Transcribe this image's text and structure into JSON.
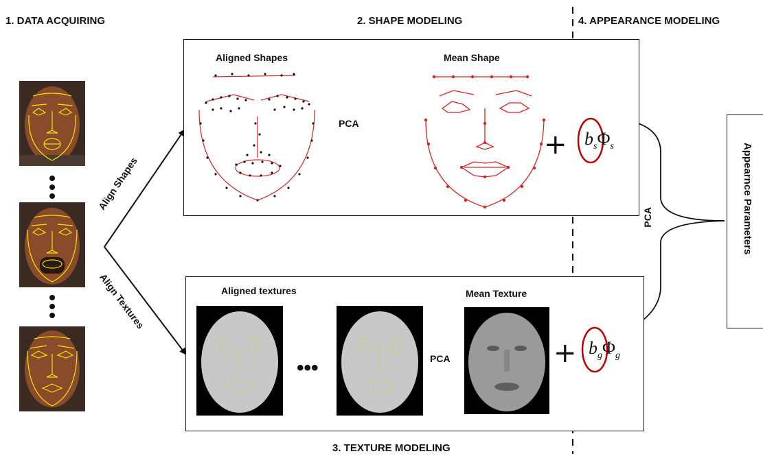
{
  "headings": {
    "data_acquiring": "1. DATA ACQUIRING",
    "shape_modeling": "2. SHAPE MODELING",
    "texture_modeling": "3. TEXTURE MODELING",
    "appearance_modeling": "4. APPEARANCE MODELING"
  },
  "shape_box": {
    "aligned_label": "Aligned Shapes",
    "mean_label": "Mean Shape",
    "pca_label": "PCA"
  },
  "texture_box": {
    "aligned_label": "Aligned textures",
    "mean_label": "Mean Texture",
    "pca_label": "PCA"
  },
  "arrows": {
    "align_shapes": "Align Shapes",
    "align_textures": "Align Textures"
  },
  "appearance": {
    "pca_label": "PCA",
    "parameters_label": "Appearnce Parameters"
  },
  "params": {
    "shape_b": "b",
    "shape_sub": "s",
    "shape_phi": "Φ",
    "shape_phi_sub": "s",
    "texture_b": "b",
    "texture_sub": "g",
    "texture_phi": "Φ",
    "texture_phi_sub": "g"
  },
  "colors": {
    "landmark_red": "#e02020",
    "landmark_yellow": "#f2e600",
    "ellipse_red": "#c00000",
    "skin": "#8a4b2a"
  }
}
